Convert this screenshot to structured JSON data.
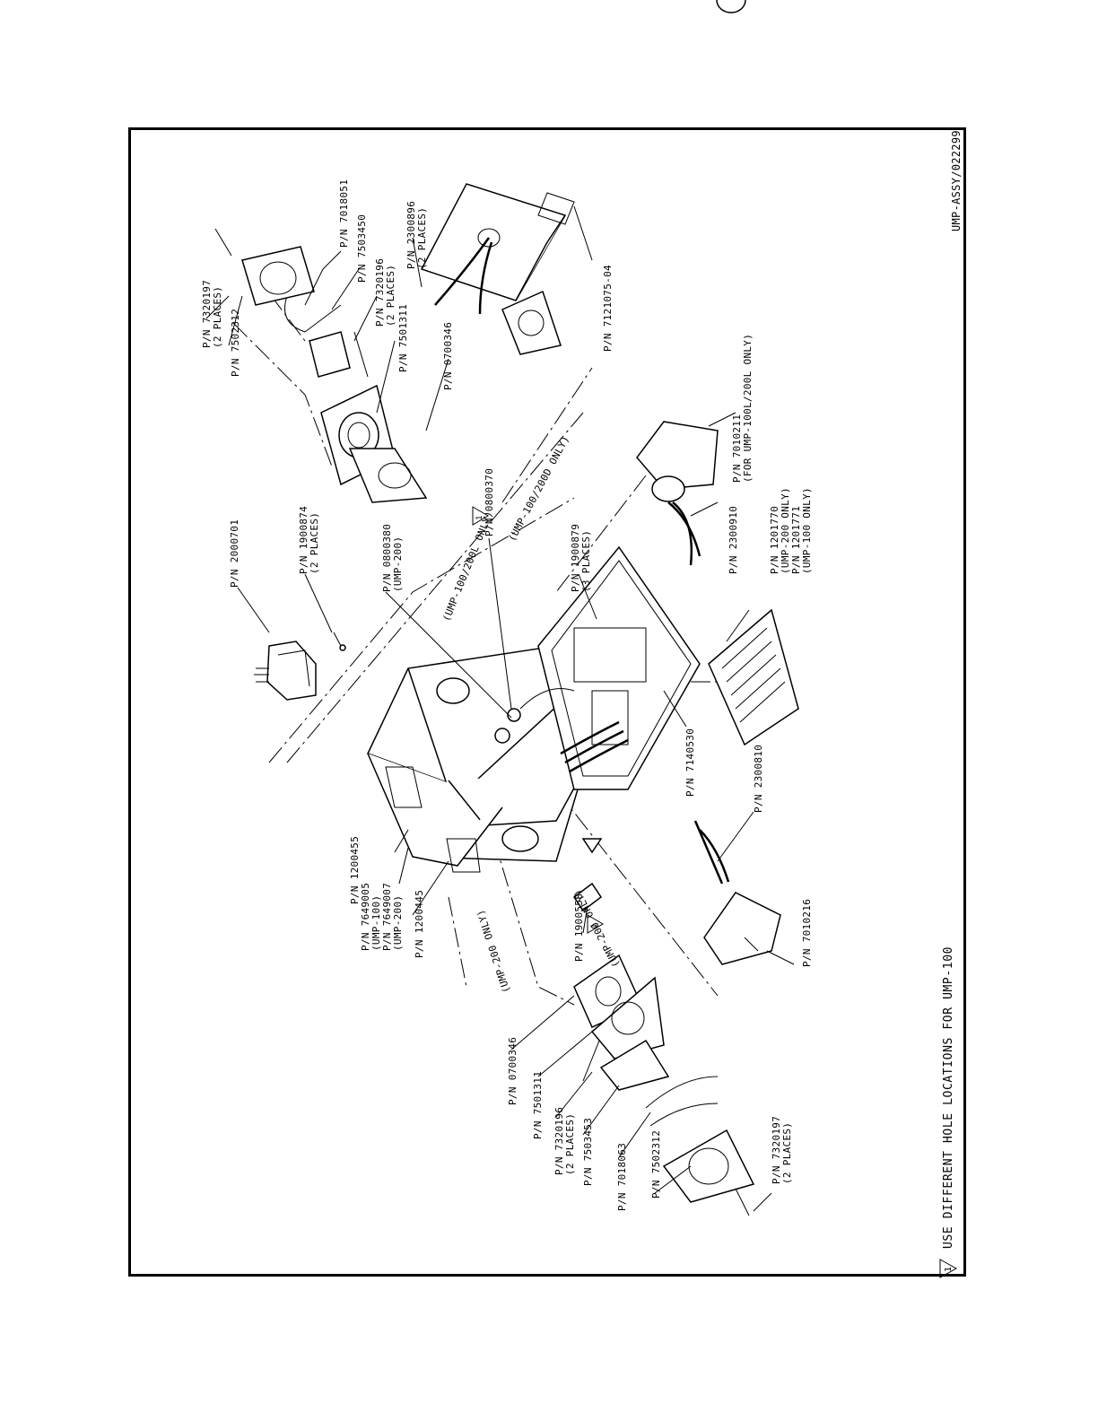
{
  "drawing_id": "UMP-ASSY/022299",
  "note": {
    "symbol": "1",
    "text": "USE DIFFERENT HOLE LOCATIONS FOR UMP-100"
  },
  "callouts": [
    {
      "id": "c1",
      "lines": [
        "P/N 7320197",
        "(2 PLACES)"
      ]
    },
    {
      "id": "c2",
      "lines": [
        "P/N 7502312"
      ]
    },
    {
      "id": "c3",
      "lines": [
        "P/N 7018051"
      ]
    },
    {
      "id": "c4",
      "lines": [
        "P/N 7503450"
      ]
    },
    {
      "id": "c5",
      "lines": [
        "P/N 7320196",
        "(2 PLACES)"
      ]
    },
    {
      "id": "c6",
      "lines": [
        "P/N 7501311"
      ]
    },
    {
      "id": "c7",
      "lines": [
        "P/N 0700346"
      ]
    },
    {
      "id": "c8",
      "lines": [
        "P/N 2300896",
        "(2 PLACES)"
      ]
    },
    {
      "id": "c9",
      "lines": [
        "P/N 7121075-04"
      ]
    },
    {
      "id": "c10",
      "lines": [
        "P/N 2000701"
      ]
    },
    {
      "id": "c11",
      "lines": [
        "P/N 1900874",
        "(2 PLACES)"
      ]
    },
    {
      "id": "c12",
      "lines": [
        "P/N 0800380",
        "(UMP-200)"
      ]
    },
    {
      "id": "c13",
      "lines": [
        "P/N 0800370"
      ]
    },
    {
      "id": "c14",
      "lines": [
        "P/N 1900879",
        "(3 PLACES)"
      ]
    },
    {
      "id": "c15",
      "lines": [
        "P/N 7010211",
        "(FOR UMP-100L/200L ONLY)"
      ]
    },
    {
      "id": "c16",
      "lines": [
        "P/N 2300910"
      ]
    },
    {
      "id": "c17",
      "lines": [
        "P/N 1201770",
        "(UMP-200 ONLY)",
        "P/N 1201771",
        "(UMP-100 ONLY)"
      ]
    },
    {
      "id": "c18",
      "lines": [
        "P/N 7140530"
      ]
    },
    {
      "id": "c19",
      "lines": [
        "P/N 2300810"
      ]
    },
    {
      "id": "c20",
      "lines": [
        "P/N 1200455"
      ]
    },
    {
      "id": "c21",
      "lines": [
        "P/N 7649005",
        "(UMP-100)",
        "P/N 7649007",
        "(UMP-200)"
      ]
    },
    {
      "id": "c22",
      "lines": [
        "P/N 1200445"
      ]
    },
    {
      "id": "c23",
      "lines": [
        "P/N 1900558"
      ]
    },
    {
      "id": "c24",
      "lines": [
        "P/N 7010216"
      ]
    },
    {
      "id": "c25",
      "lines": [
        "P/N 0700346"
      ]
    },
    {
      "id": "c26",
      "lines": [
        "P/N 7501311"
      ]
    },
    {
      "id": "c27",
      "lines": [
        "P/N 7320196",
        "(2 PLACES)"
      ]
    },
    {
      "id": "c28",
      "lines": [
        "P/N 7503453"
      ]
    },
    {
      "id": "c29",
      "lines": [
        "P/N 7018063"
      ]
    },
    {
      "id": "c30",
      "lines": [
        "P/N 7502312"
      ]
    },
    {
      "id": "c31",
      "lines": [
        "P/N 7320197",
        "(2 PLACES)"
      ]
    }
  ],
  "centerline_labels": [
    {
      "id": "l1",
      "text": "(UMP-100/200L ONLY)"
    },
    {
      "id": "l2",
      "text": "(UMP-100/200D ONLY)"
    },
    {
      "id": "l3",
      "text": "(UMP-200 ONLY)"
    },
    {
      "id": "l4",
      "text": "(UMP-200 ONLY)"
    }
  ],
  "note_flags": [
    {
      "id": "f1",
      "symbol": "1"
    },
    {
      "id": "f2",
      "symbol": "1"
    }
  ]
}
